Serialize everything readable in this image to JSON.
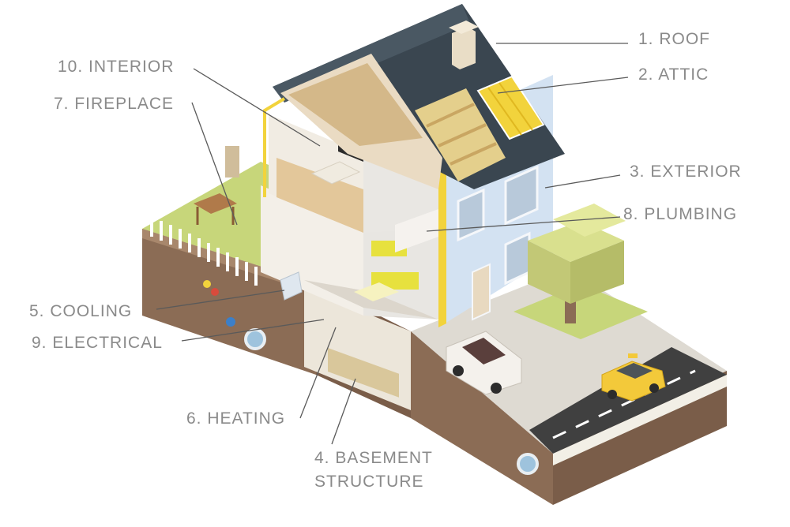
{
  "colors": {
    "label_text": "#8a8a8a",
    "leader_line": "#5a5a5a",
    "roof": "#3a4650",
    "wall_blue": "#d3e2f2",
    "trim_yellow": "#f2d33c",
    "grass": "#c7d67a",
    "soil": "#8b6c55",
    "road": "#404040",
    "tree": "#d9e08e",
    "taxi": "#f3c93a"
  },
  "labels": [
    {
      "id": "roof",
      "text": "1. ROOF",
      "icon": "roof"
    },
    {
      "id": "attic",
      "text": "2. ATTIC",
      "icon": "attic"
    },
    {
      "id": "exterior",
      "text": "3. EXTERIOR",
      "icon": "exterior-wall"
    },
    {
      "id": "basement",
      "text": "4. BASEMENT\nSTRUCTURE",
      "icon": "basement"
    },
    {
      "id": "cooling",
      "text": "5. COOLING",
      "icon": "ac-unit"
    },
    {
      "id": "heating",
      "text": "6. HEATING",
      "icon": "water-heater"
    },
    {
      "id": "fireplace",
      "text": "7. FIREPLACE",
      "icon": "fireplace"
    },
    {
      "id": "plumbing",
      "text": "8. PLUMBING",
      "icon": "bathtub"
    },
    {
      "id": "electrical",
      "text": "9. ELECTRICAL",
      "icon": "electrical-panel"
    },
    {
      "id": "interior",
      "text": "10. INTERIOR",
      "icon": "living-room"
    }
  ]
}
